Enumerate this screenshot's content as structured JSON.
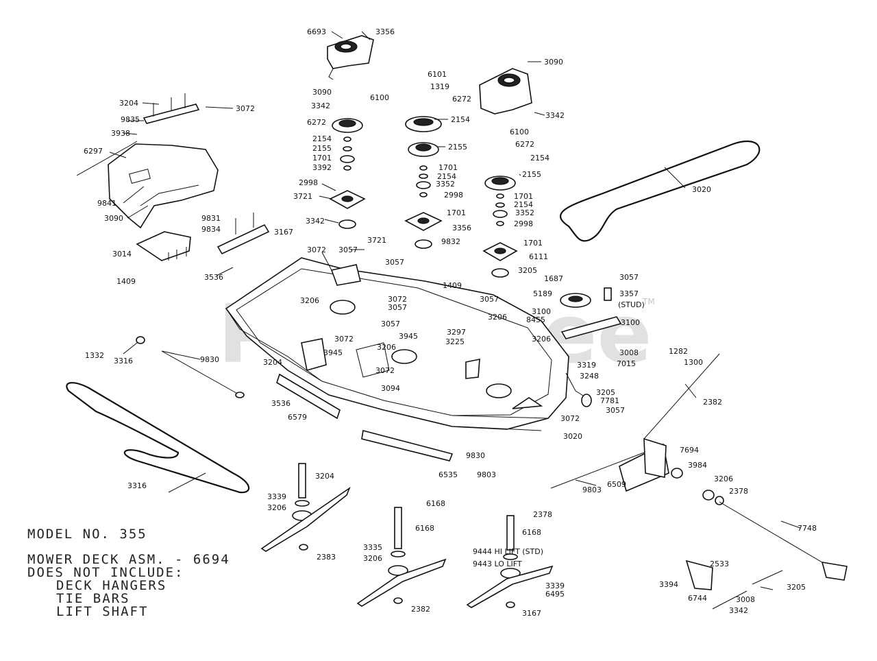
{
  "watermark": {
    "text": "PartsTree",
    "tm": "TM"
  },
  "notes": {
    "model": "MODEL NO. 355",
    "assembly": "MOWER DECK ASM. - 6694",
    "excludes_title": "DOES NOT INCLUDE:",
    "excludes": [
      "DECK HANGERS",
      "TIE BARS",
      "LIFT SHAFT"
    ]
  },
  "callouts": [
    "6693",
    "3356",
    "3090",
    "3342",
    "6100",
    "3204",
    "3072",
    "9835",
    "6272",
    "3938",
    "2154",
    "2155",
    "1701",
    "6297",
    "3392",
    "2998",
    "3721",
    "9841",
    "3090",
    "3342",
    "6101",
    "1319",
    "6272",
    "2154",
    "2155",
    "1701",
    "2154",
    "3352",
    "2998",
    "1701",
    "3356",
    "9832",
    "3090",
    "3342",
    "6100",
    "6272",
    "2154",
    "2155",
    "1701",
    "2154",
    "3352",
    "2998",
    "1701",
    "6111",
    "3205",
    "3020",
    "9831",
    "9834",
    "3167",
    "3014",
    "3536",
    "1409",
    "3072",
    "3057",
    "3721",
    "3057",
    "3206",
    "3072",
    "3057",
    "1409",
    "3057",
    "3206",
    "3297",
    "3225",
    "1687",
    "3057",
    "5189",
    "3357",
    "(STUD)",
    "3100",
    "8455",
    "3100",
    "3206",
    "3008",
    "7015",
    "3319",
    "3248",
    "3205",
    "7781",
    "3057",
    "3072",
    "3057",
    "3945",
    "3206",
    "3945",
    "3072",
    "3094",
    "1332",
    "3316",
    "9830",
    "3204",
    "3536",
    "6579",
    "3072",
    "3020",
    "1282",
    "1300",
    "2382",
    "3316",
    "3204",
    "9830",
    "6535",
    "9803",
    "7694",
    "3984",
    "9803",
    "6509",
    "3206",
    "2378",
    "6168",
    "3339",
    "3206",
    "2383",
    "2378",
    "6168",
    "3335",
    "3206",
    "2382",
    "2378",
    "6168",
    "9444 HI LIFT (STD)",
    "9443 LO LIFT",
    "3339",
    "6495",
    "3167",
    "7748",
    "3394",
    "2533",
    "6744",
    "3008",
    "3205",
    "3342"
  ]
}
